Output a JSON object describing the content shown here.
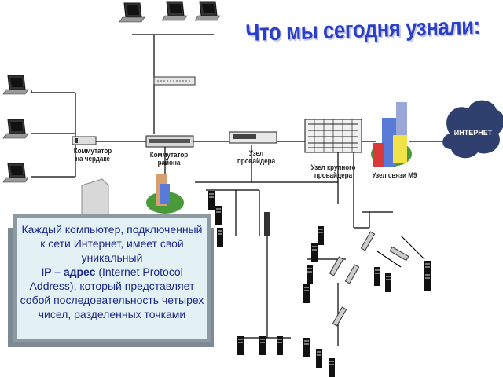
{
  "title": "Что мы сегодня узнали:",
  "labels": {
    "switch_attic": "Коммутатор\nна чердаке",
    "switch_district": "Коммутатор\nрайона",
    "provider_node": "Узел\nпровайдера",
    "big_provider_node": "Узел крупного\nпровайдера",
    "m9_node": "Узел связи М9",
    "internet": "ИНТЕРНЕТ"
  },
  "info": {
    "line1": "Каждый компьютер, подключенный к сети Интернет, имеет свой уникальный",
    "ip_term": "IP – адрес",
    "line2": " (Internet Protocol Address), который представляет собой последовательность четырех чисел, разделенных точками"
  },
  "colors": {
    "title": "#2a3fc8",
    "panel_bg": "#e3f0f4",
    "panel_text": "#1c2a8c",
    "cloud": "#2f3f6e",
    "lines": "#000000"
  }
}
